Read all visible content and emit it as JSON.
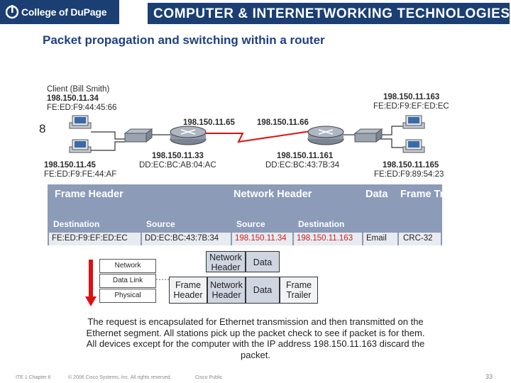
{
  "header": {
    "logo_text": "College of DuPage",
    "banner": "COMPUTER & INTERNETWORKING TECHNOLOGIES",
    "accent_color": "#1b3f73"
  },
  "slide": {
    "title": "Packet propagation and switching within a router",
    "marker": "8"
  },
  "topology": {
    "client": {
      "name": "Client (Bill Smith)",
      "ip": "198.150.11.34",
      "mac": "FE:ED:F9:44:45:66"
    },
    "host_left_bottom": {
      "ip": "198.150.11.45",
      "mac": "FE:ED:F9:FE:44:AF"
    },
    "router_link_left": "198.150.11.65",
    "router_link_right": "198.150.11.66",
    "router1_lan": {
      "ip": "198.150.11.33",
      "mac": "DD:EC:BC:AB:04:AC"
    },
    "router2_lan": {
      "ip": "198.150.11.161",
      "mac": "DD:EC:BC:43:7B:34"
    },
    "host_right_top": {
      "ip": "198.150.11.163",
      "mac": "FE:ED:F9:EF:ED:EC"
    },
    "host_right_bottom": {
      "ip": "198.150.11.165",
      "mac": "FE:ED:F9:89:54:23"
    }
  },
  "frame_table": {
    "group_headers": [
      "Frame Header",
      "Network Header",
      "Data",
      "Frame Trailer"
    ],
    "columns": [
      "Destination",
      "Source",
      "Source",
      "Destination"
    ],
    "row": [
      "FE:ED:F9:EF:ED:EC",
      "DD:EC:BC:43:7B:34",
      "198.150.11.34",
      "198.150.11.163",
      "Email",
      "CRC-32"
    ],
    "header_color": "#8b9bb8",
    "highlight_color": "#cc2222"
  },
  "encapsulation": {
    "layers": [
      "Network",
      "Data Link",
      "Physical"
    ],
    "network_header": "Network Header",
    "data": "Data",
    "frame_header": "Frame Header",
    "frame_trailer": "Frame Trailer"
  },
  "description": "The request is encapsulated for Ethernet transmission and then transmitted on the Ethernet segment. All stations pick up the packet check to see if packet is for them. All devices except for the computer with the IP address 198.150.11.163 discard the packet.",
  "footer": {
    "chapter": "ITE 1 Chapter 6",
    "copyright": "© 2006 Cisco Systems, Inc. All rights reserved.",
    "classification": "Cisco Public",
    "page": "33"
  }
}
